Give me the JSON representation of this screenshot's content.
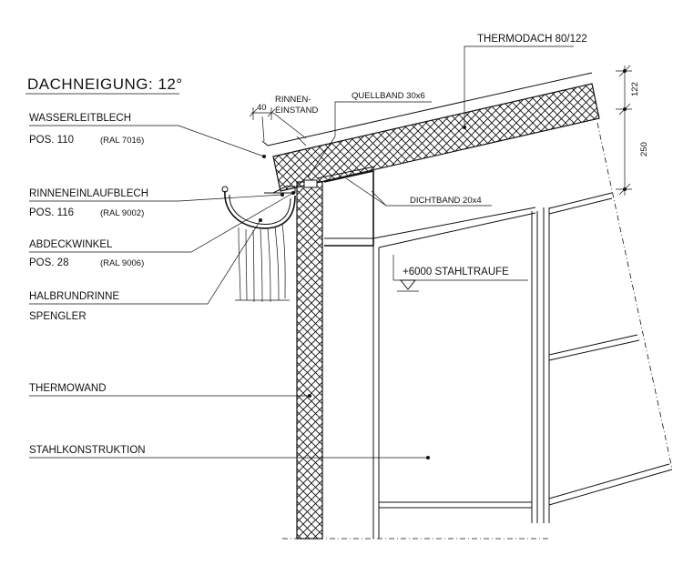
{
  "title": "DACHNEIGUNG: 12°",
  "labels": {
    "thermodach": "THERMODACH 80/122",
    "quellband": "QUELLBAND 30x6",
    "rinnen_1": "RINNEN-",
    "rinnen_2": "EINSTAND",
    "dim_40": "40",
    "wasserleitblech": "WASSERLEITBLECH",
    "pos110": "POS. 110",
    "ral7016": "(RAL 7016)",
    "rinneneinlaufblech": "RINNENEINLAUFBLECH",
    "pos116": "POS. 116",
    "ral9002": "(RAL 9002)",
    "abdeckwinkel": "ABDECKWINKEL",
    "pos28": "POS. 28",
    "ral9006": "(RAL 9006)",
    "halbrundrinne": "HALBRUNDRINNE",
    "spengler": "SPENGLER",
    "thermowand": "THERMOWAND",
    "stahlkonstruktion": "STAHLKONSTRUKTION",
    "dichtband": "DICHTBAND 20x4",
    "stahltraufe": "+6000 STAHLTRAUFE",
    "dim_122": "122",
    "dim_250": "250"
  }
}
